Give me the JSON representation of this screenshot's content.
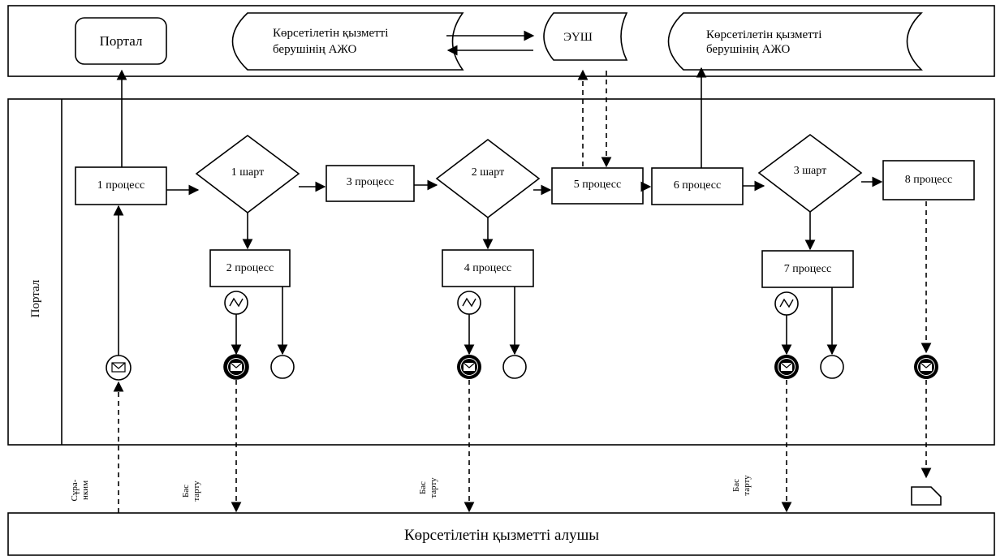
{
  "top_lane": {
    "portal_label": "Портал",
    "ajo_left_line1": "Көрсетілетін қызметті",
    "ajo_left_line2": "берушінің АЖО",
    "eush_label": "ЭҮШ",
    "ajo_right_line1": "Көрсетілетін қызметті",
    "ajo_right_line2": "берушінің АЖО"
  },
  "middle_lane": {
    "lane_label": "Портал",
    "process_1": "1 процесс",
    "process_2": "2 процесс",
    "process_3": "3 процесс",
    "process_4": "4 процесс",
    "process_5": "5 процесс",
    "process_6": "6 процесс",
    "process_7": "7 процесс",
    "process_8": "8 процесс",
    "condition_1": "1 шарт",
    "condition_2": "2 шарт",
    "condition_3": "3 шарт"
  },
  "between": {
    "request_line1": "Сұра-",
    "request_line2": "нким",
    "refusal_a_line1": "Бас",
    "refusal_a_line2": "тарту",
    "refusal_b_line1": "Бас",
    "refusal_b_line2": "тарту",
    "refusal_c_line1": "Бас",
    "refusal_c_line2": "тарту"
  },
  "bottom_lane": {
    "receiver_label": "Көрсетілетін қызметті алушы"
  }
}
